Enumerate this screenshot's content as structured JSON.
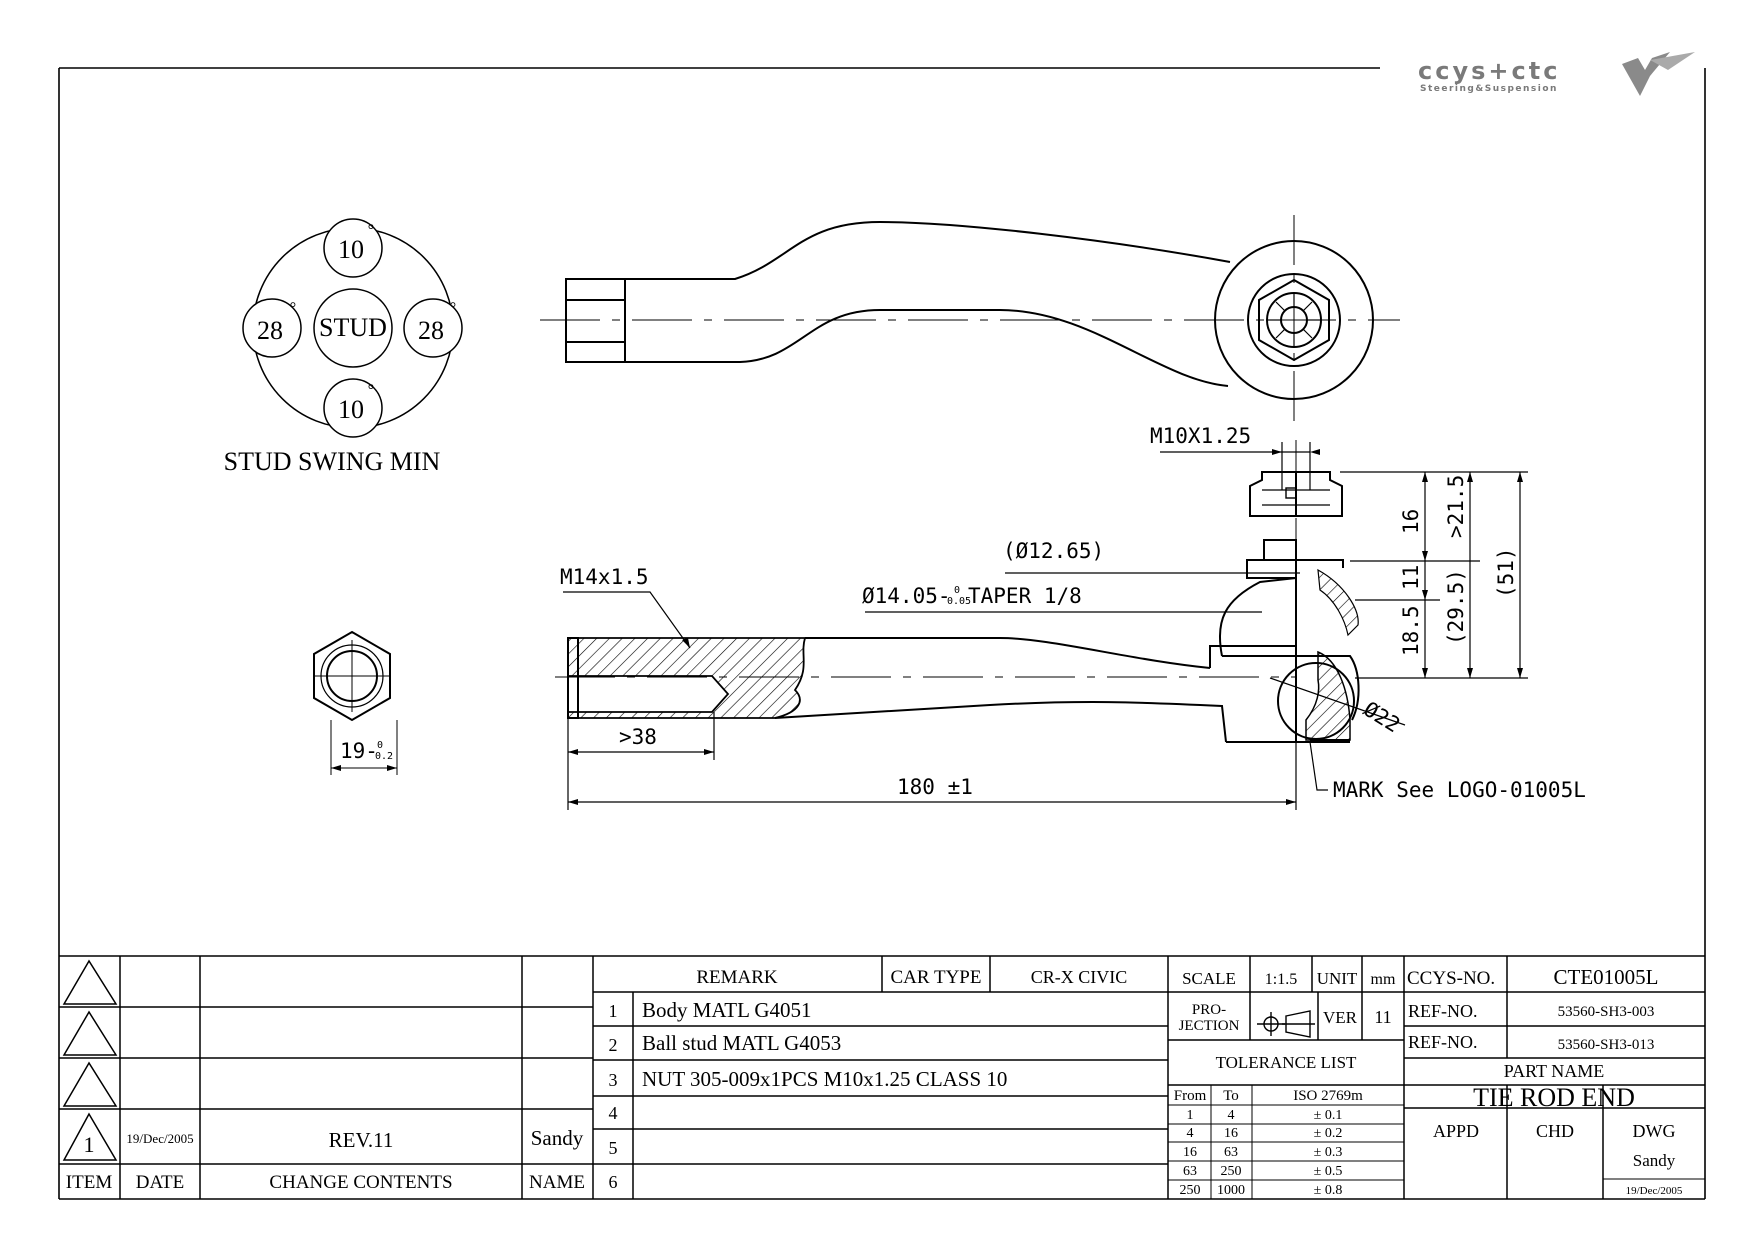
{
  "logo": {
    "brand": "ccys+ctc",
    "tagline": "Steering&Suspension"
  },
  "swing": {
    "top": "10",
    "bottom": "10",
    "left": "28",
    "right": "28",
    "degree": "°",
    "center": "STUD",
    "caption": "STUD SWING MIN"
  },
  "dims": {
    "m10": "M10X1.25",
    "d1265": "(Ø12.65)",
    "m14": "M14x1.5",
    "taper": "Ø14.05-",
    "taper_tol_upper": "0",
    "taper_tol_lower": "0.05",
    "taper_text": "TAPER 1/8",
    "d16": "16",
    "d215": ">21.5",
    "d51": "(51)",
    "d11": "11",
    "d185": "18.5",
    "d295": "(29.5)",
    "ball": "Ø22",
    "d38": ">38",
    "d180": "180 ±1",
    "hex_main": "19-",
    "hex_tol_upper": "0",
    "hex_tol_lower": "0.2",
    "mark": "MARK See LOGO-01005L"
  },
  "revisions": {
    "rows": [
      {
        "item": "",
        "date": "",
        "content": "",
        "name": ""
      },
      {
        "item": "",
        "date": "",
        "content": "",
        "name": ""
      },
      {
        "item": "",
        "date": "",
        "content": "",
        "name": ""
      },
      {
        "item": "1",
        "date": "19/Dec/2005",
        "content": "REV.11",
        "name": "Sandy"
      }
    ],
    "headers": {
      "item": "ITEM",
      "date": "DATE",
      "content": "CHANGE CONTENTS",
      "name": "NAME"
    }
  },
  "remarks": {
    "header": "REMARK",
    "car_type_label": "CAR TYPE",
    "car_type_value": "CR-X CIVIC",
    "rows": [
      {
        "no": "1",
        "text": "Body MATL G4051"
      },
      {
        "no": "2",
        "text": "Ball stud MATL G4053"
      },
      {
        "no": "3",
        "text": "NUT 305-009x1PCS M10x1.25 CLASS 10"
      },
      {
        "no": "4",
        "text": ""
      },
      {
        "no": "5",
        "text": ""
      },
      {
        "no": "6",
        "text": ""
      }
    ]
  },
  "spec": {
    "scale_label": "SCALE",
    "scale_value": "1:1.5",
    "unit_label": "UNIT",
    "unit_value": "mm",
    "projection_label_1": "PRO-",
    "projection_label_2": "JECTION",
    "ver_label": "VER",
    "ver_value": "11",
    "tolerance_title": "TOLERANCE LIST",
    "tol_headers": {
      "from": "From",
      "to": "To",
      "iso": "ISO 2769m"
    },
    "tolerances": [
      {
        "from": "1",
        "to": "4",
        "tol": "± 0.1"
      },
      {
        "from": "4",
        "to": "16",
        "tol": "± 0.2"
      },
      {
        "from": "16",
        "to": "63",
        "tol": "± 0.3"
      },
      {
        "from": "63",
        "to": "250",
        "tol": "± 0.5"
      },
      {
        "from": "250",
        "to": "1000",
        "tol": "± 0.8"
      }
    ]
  },
  "titleblock": {
    "ccys_label": "CCYS-NO.",
    "ccys_value": "CTE01005L",
    "ref1_label": "REF-NO.",
    "ref1_value": "53560-SH3-003",
    "ref2_label": "REF-NO.",
    "ref2_value": "53560-SH3-013",
    "part_name_label": "PART NAME",
    "part_name": "TIE ROD END",
    "appd": "APPD",
    "chd": "CHD",
    "dwg": "DWG",
    "dwg_name": "Sandy",
    "dwg_date": "19/Dec/2005"
  }
}
